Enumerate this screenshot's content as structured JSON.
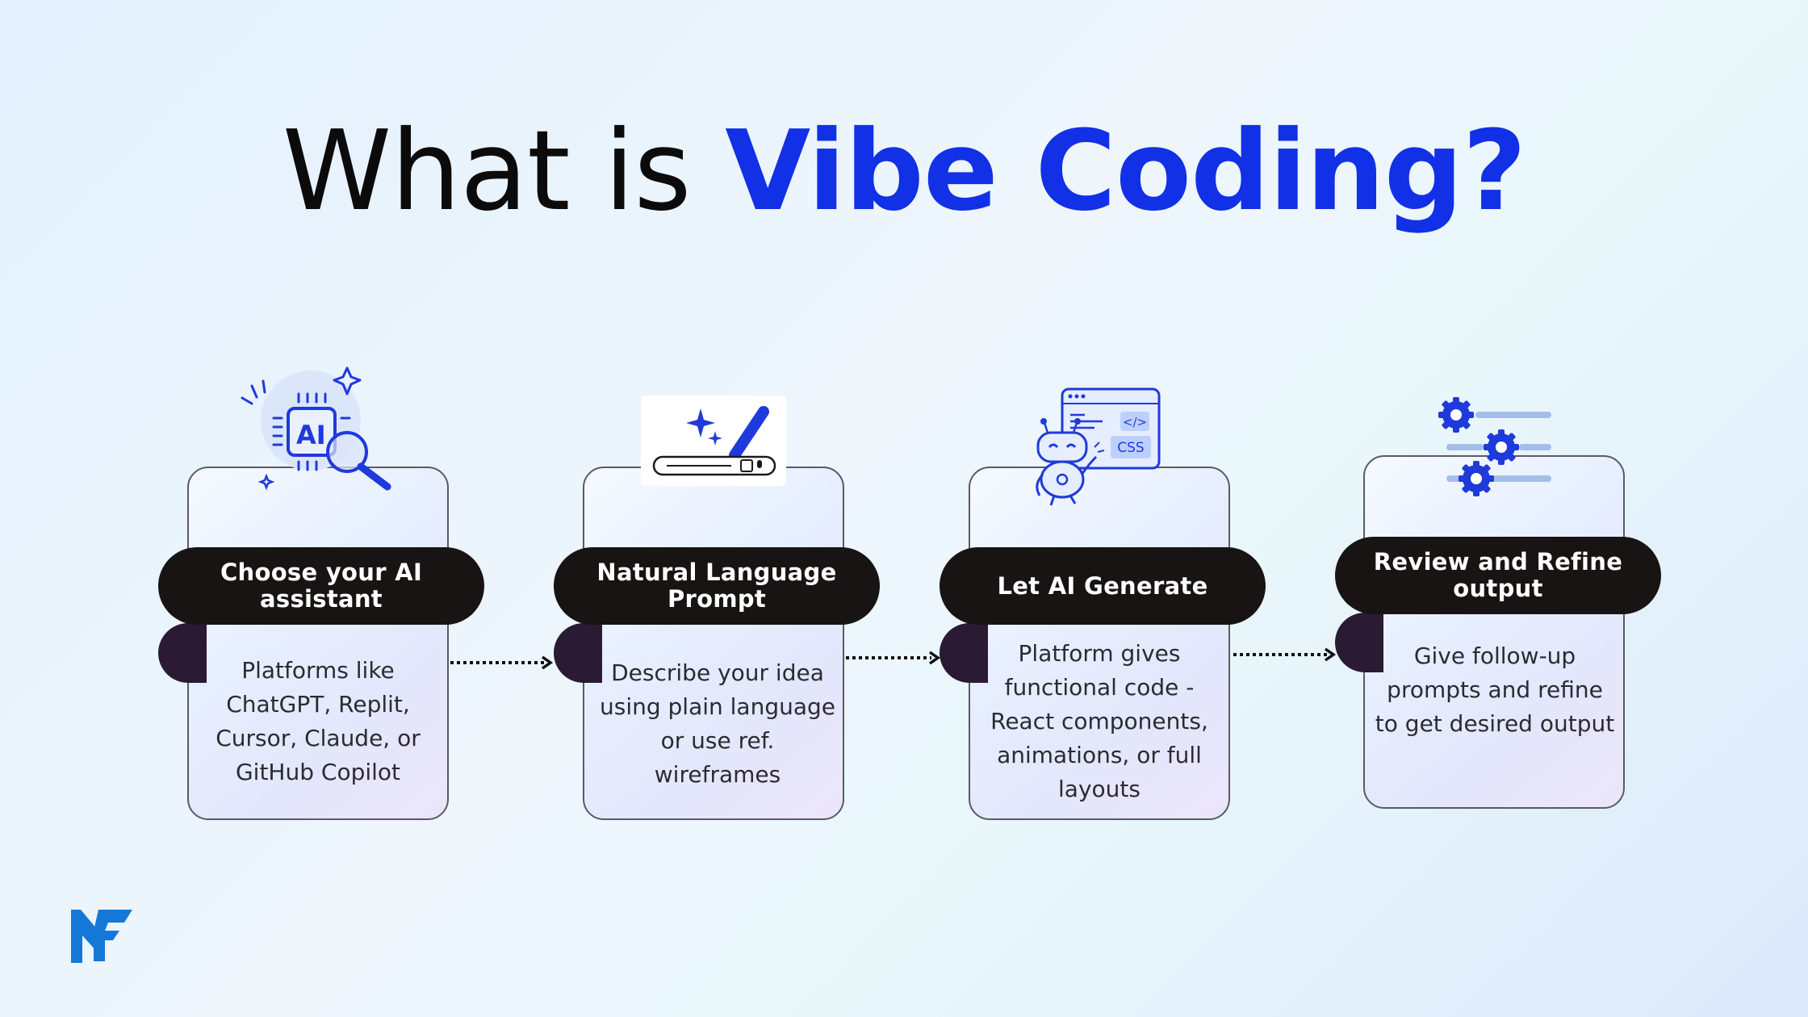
{
  "title": {
    "prefix": "What is",
    "highlight": "Vibe Coding?"
  },
  "steps": [
    {
      "heading": "Choose your AI assistant",
      "description": "Platforms like ChatGPT, Replit, Cursor, Claude, or GitHub Copilot",
      "icon": "ai-chip-icon"
    },
    {
      "heading": "Natural Language Prompt",
      "description": "Describe your idea using plain language or use ref. wireframes",
      "icon": "prompt-pen-icon"
    },
    {
      "heading": "Let AI Generate",
      "description": "Platform gives functional code - React components, animations, or full layouts",
      "icon": "robot-code-icon"
    },
    {
      "heading": "Review and Refine output",
      "description": "Give follow-up prompts and refine to get desired output",
      "icon": "settings-gears-icon"
    }
  ],
  "icon_labels": {
    "chip": "AI",
    "code_tag": "</>",
    "css_tag": "CSS"
  },
  "colors": {
    "accent": "#1230e6",
    "banner": "#181414",
    "fold": "#2a1a33",
    "logo": "#1578d6"
  }
}
